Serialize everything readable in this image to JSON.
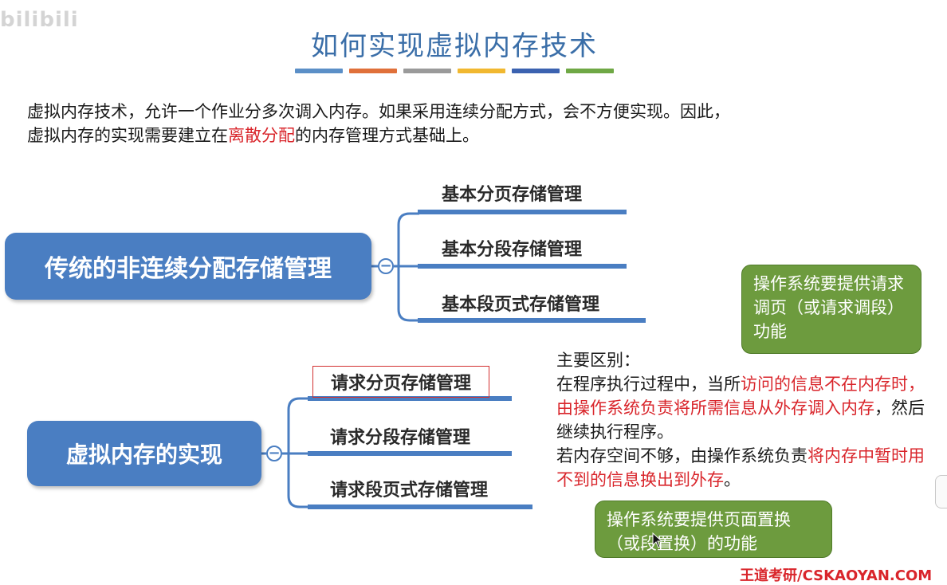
{
  "watermark": "bilibili",
  "title": "如何实现虚拟内存技术",
  "title_bar_colors": [
    "#5b8fc7",
    "#e0703a",
    "#9a9a9a",
    "#f1b830",
    "#3b62b0",
    "#6fa845"
  ],
  "intro": {
    "line1": "虚拟内存技术，允许一个作业分多次调入内存。如果采用连续分配方式，会不方便实现。因此，",
    "line2_pre": "虚拟内存的实现需要建立在",
    "line2_red": "离散分配",
    "line2_post": "的内存管理方式基础上。"
  },
  "mindmap": {
    "traditional": {
      "label": "传统的非连续分配存储管理",
      "collapse": "−",
      "children": [
        "基本分页存储管理",
        "基本分段存储管理",
        "基本段页式存储管理"
      ]
    },
    "virtual": {
      "label": "虚拟内存的实现",
      "collapse": "−",
      "children": [
        "请求分页存储管理",
        "请求分段存储管理",
        "请求段页式存储管理"
      ]
    }
  },
  "notes": {
    "heading": "主要区别：",
    "p1_pre": "在程序执行过程中，当所",
    "p1_red": "访问的信息不在内存时，由操作系统负责将所需信息从外存调入内存",
    "p1_post": "，然后继续执行程序。",
    "p2_pre": "若内存空间不够，由操作系统负责",
    "p2_red": "将内存中暂时用不到的信息换出到外存",
    "p2_post": "。"
  },
  "callouts": {
    "top": "操作系统要提供请求调页（或请求调段）功能",
    "bottom": "操作系统要提供页面置换（或段置换）的功能"
  },
  "footer": "王道考研/CSKAOYAN.COM"
}
